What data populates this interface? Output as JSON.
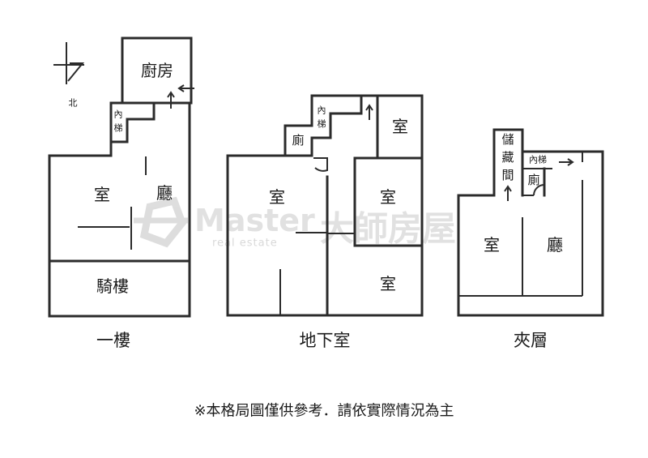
{
  "compass": {
    "north_label": "北"
  },
  "floors": [
    {
      "floor_label": "一樓",
      "rooms": {
        "kitchen": "廚房",
        "stairs": "內梯",
        "room": "室",
        "hall": "廳",
        "arcade": "騎樓"
      }
    },
    {
      "floor_label": "地下室",
      "rooms": {
        "stairs": "內梯",
        "toilet": "廁",
        "room_top_right": "室",
        "room_left": "室",
        "room_mid_right": "室",
        "room_bottom_right": "室"
      }
    },
    {
      "floor_label": "夾層",
      "rooms": {
        "storage": "儲藏間",
        "stairs": "內梯",
        "toilet": "廁",
        "room": "室",
        "hall": "廳"
      }
    }
  ],
  "watermark": {
    "brand": "Master",
    "sub": "real estate",
    "chinese": "大師房屋"
  },
  "note": "※本格局圖僅供參考．請依實際情況為主",
  "colors": {
    "line": "#2b2b2b",
    "watermark": "#c9c9c9",
    "background": "#ffffff"
  }
}
